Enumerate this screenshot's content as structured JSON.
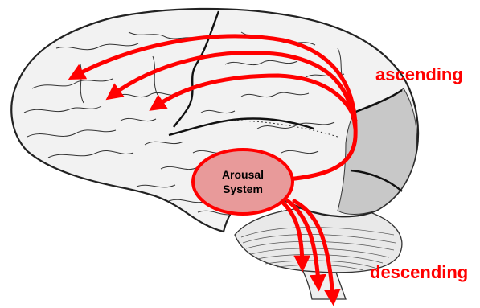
{
  "labels": {
    "ascending": "ascending",
    "descending": "descending",
    "arousal_line1": "Arousal",
    "arousal_line2": "System"
  },
  "colors": {
    "arrow": "#ff0000",
    "label_text": "#ff0000",
    "node_fill": "#e89a9a",
    "node_stroke": "#ff0000",
    "occipital_shade": "#c8c8c8"
  },
  "icons": {
    "brain": "brain-illustration"
  }
}
